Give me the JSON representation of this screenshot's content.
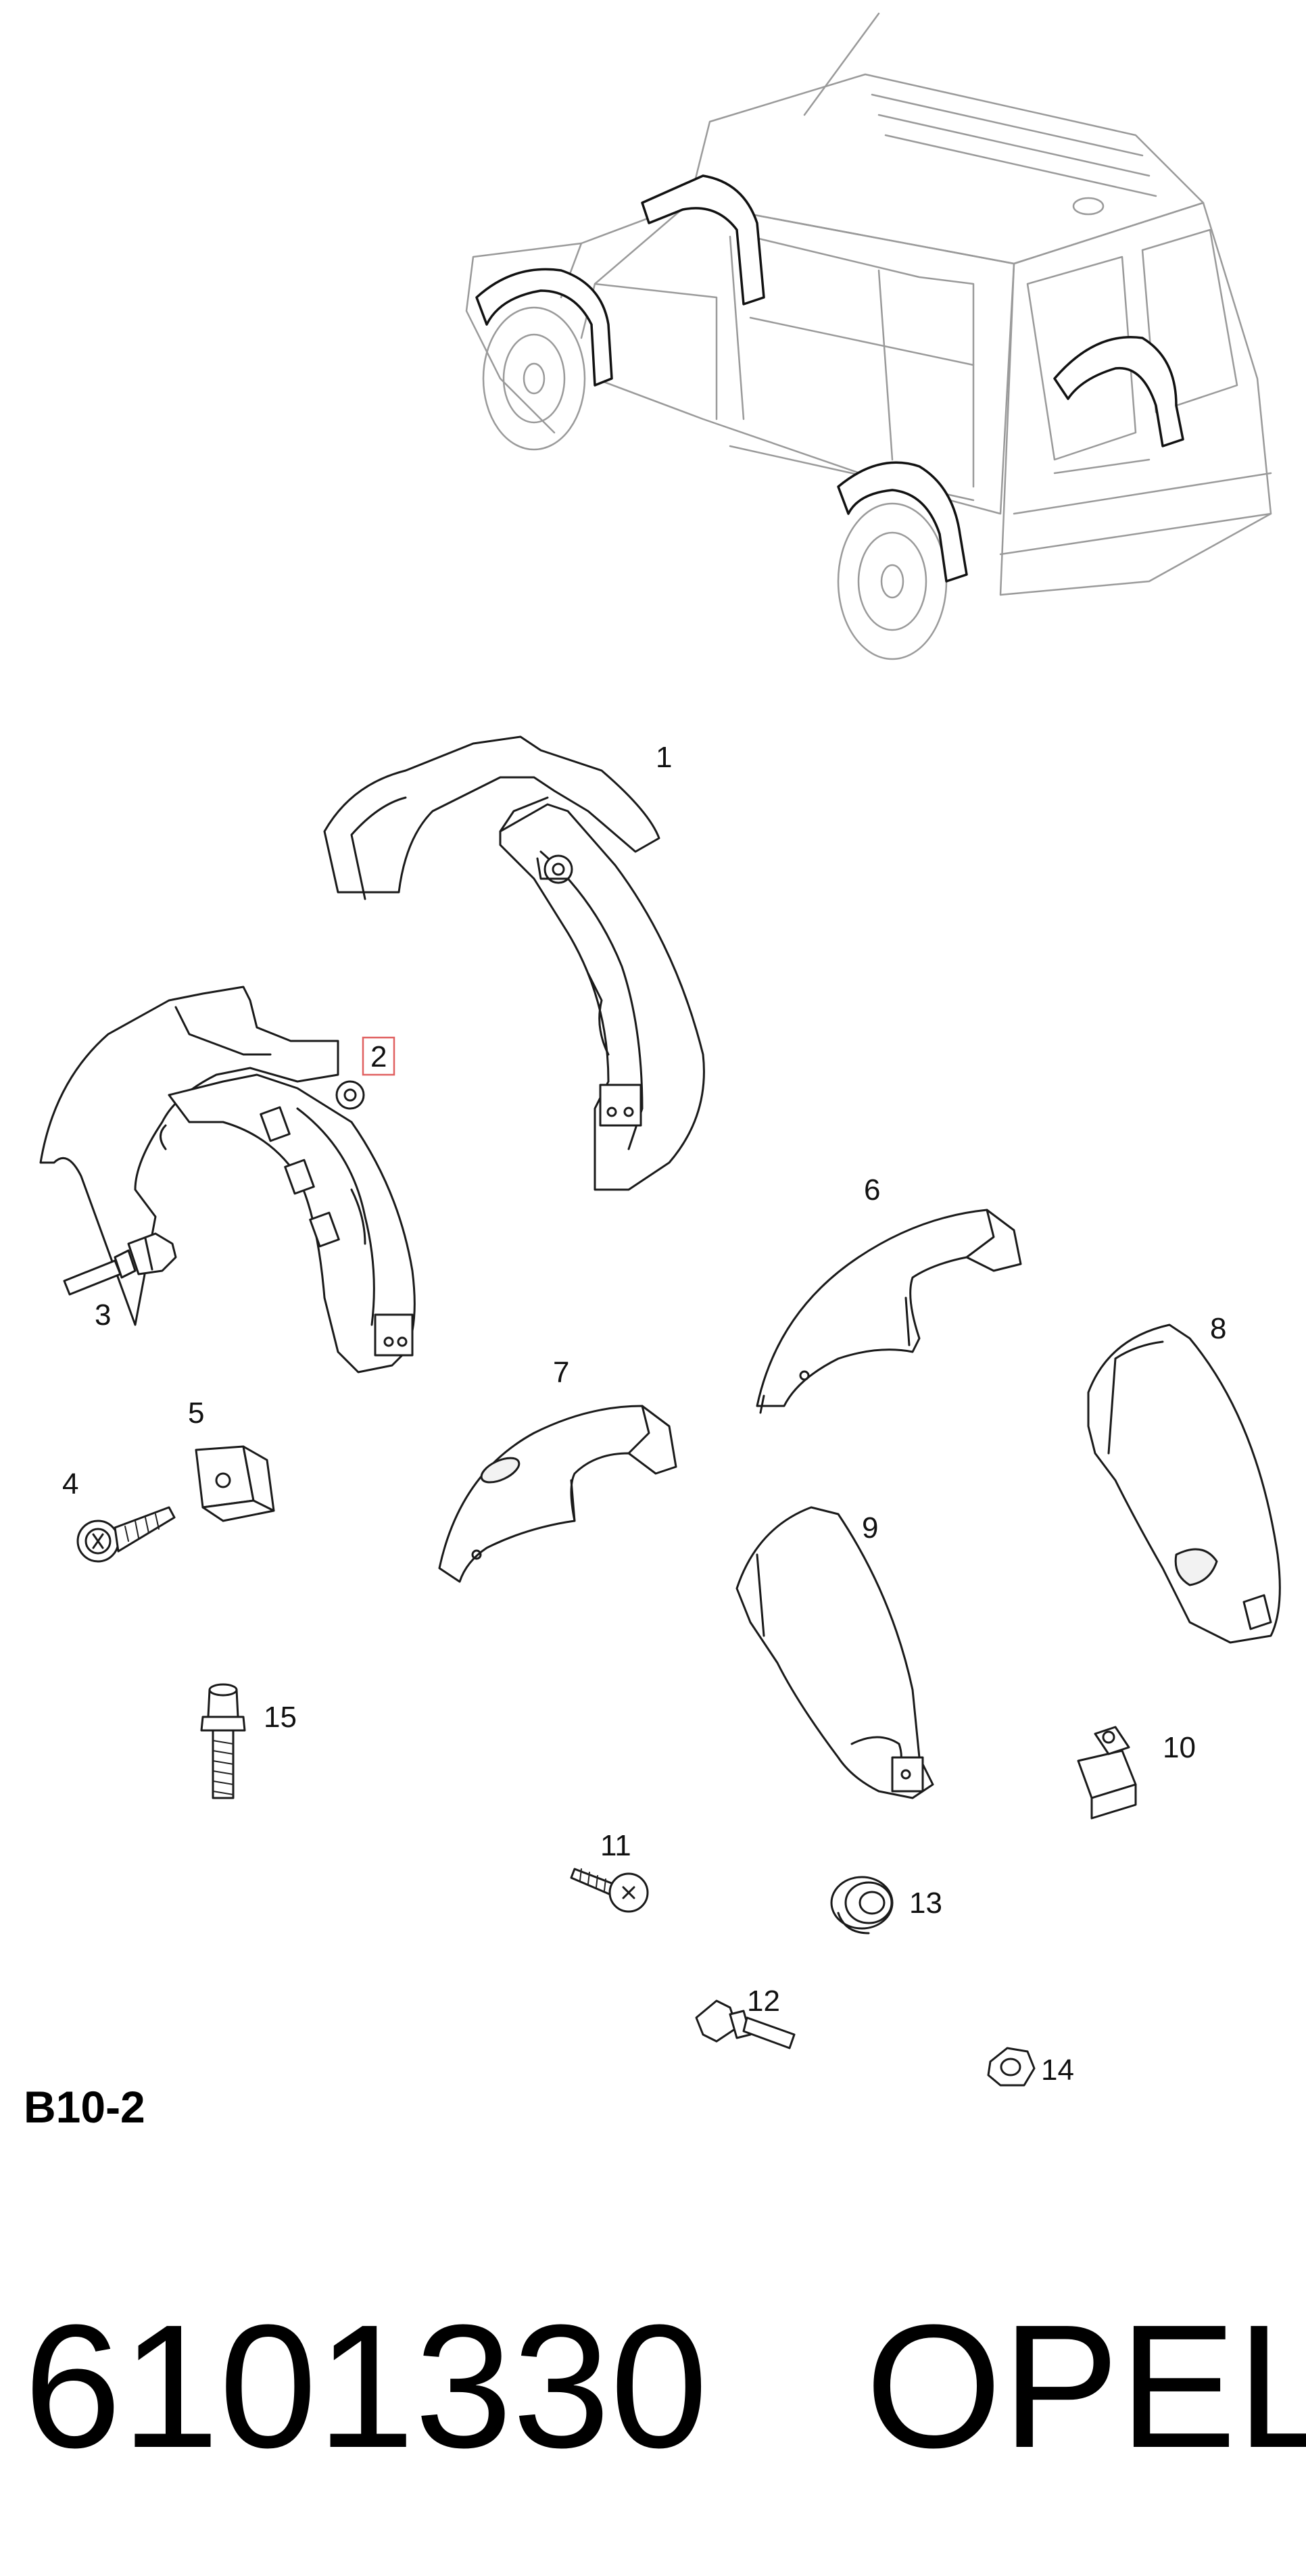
{
  "diagram_code": "B10-2",
  "part_number": "6101330",
  "brand": "OPEL",
  "callouts": [
    {
      "id": "1",
      "label": "1"
    },
    {
      "id": "2",
      "label": "2",
      "highlighted": true
    },
    {
      "id": "3",
      "label": "3"
    },
    {
      "id": "4",
      "label": "4"
    },
    {
      "id": "5",
      "label": "5"
    },
    {
      "id": "6",
      "label": "6"
    },
    {
      "id": "7",
      "label": "7"
    },
    {
      "id": "8",
      "label": "8"
    },
    {
      "id": "9",
      "label": "9"
    },
    {
      "id": "10",
      "label": "10"
    },
    {
      "id": "11",
      "label": "11"
    },
    {
      "id": "12",
      "label": "12"
    },
    {
      "id": "13",
      "label": "13"
    },
    {
      "id": "14",
      "label": "14"
    },
    {
      "id": "15",
      "label": "15"
    }
  ],
  "colors": {
    "line": "#1a1a1a",
    "vehicle_outline": "#9a9a9a",
    "highlight_box": "#e06060"
  }
}
